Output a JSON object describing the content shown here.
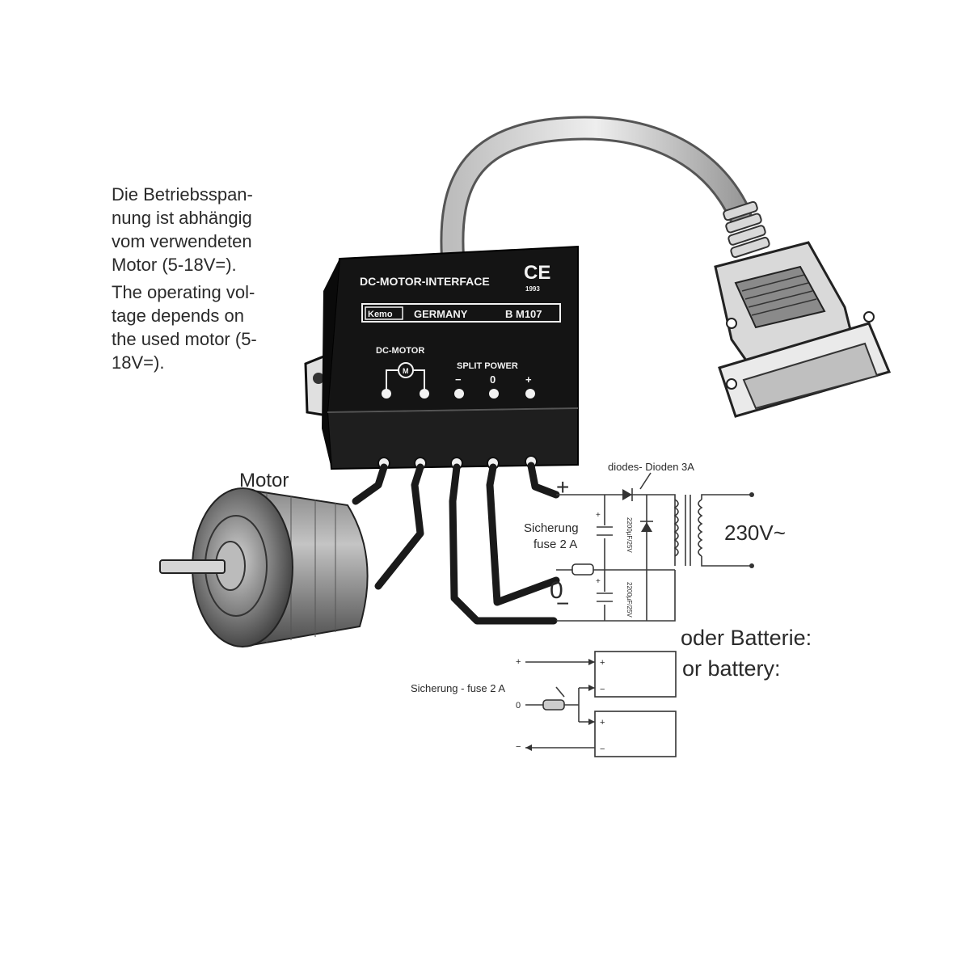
{
  "description_text": {
    "line1": "Die    Betriebsspan-",
    "line2": "nung   ist   abhängig",
    "line3": "vom      verwendeten",
    "line4": "Motor (5-18V=).",
    "line5": "The  operating  vol-",
    "line6": "tage    depends    on",
    "line7": "the used motor (5-",
    "line8": "18V=)."
  },
  "device": {
    "title": "DC-MOTOR-INTERFACE",
    "ce_mark": "CE",
    "ce_sub": "1993",
    "brand": "Kemo",
    "origin": "GERMANY",
    "model": "B M107",
    "dc_motor_label": "DC-MOTOR",
    "split_power_label": "SPLIT POWER",
    "split_minus": "−",
    "split_zero": "0",
    "split_plus": "+"
  },
  "motor_label": "Motor",
  "power_supply": {
    "diodes_label": "diodes- Dioden 3A",
    "fuse_label_de": "Sicherung",
    "fuse_label_en": "fuse 2 A",
    "mains_label": "230V~",
    "plus_sign": "+",
    "zero_sign": "0",
    "minus_sign": "−",
    "cap_label_1": "2200µF/25V",
    "cap_label_2": "2200µF/25V",
    "cap_pol_plus_1": "+",
    "cap_pol_plus_2": "+"
  },
  "battery_option": {
    "title_de": "oder Batterie:",
    "title_en": "or battery:",
    "fuse_label": "Sicherung - fuse 2 A",
    "plus_sign": "+",
    "zero_sign": "0",
    "minus_sign": "−",
    "bat1_plus": "+",
    "bat1_minus": "−",
    "bat2_plus": "+",
    "bat2_minus": "−"
  },
  "colors": {
    "ink": "#1a1a1a",
    "paper": "#ffffff",
    "device_body": "#141414"
  }
}
